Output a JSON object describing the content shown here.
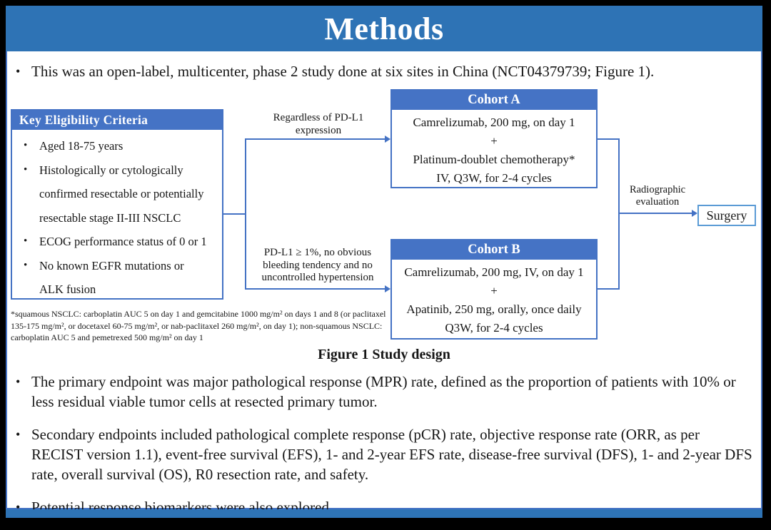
{
  "colors": {
    "bar_blue": "#2E73B5",
    "panel_header_blue": "#4573C5",
    "line_blue": "#4472C4",
    "surgery_border_blue": "#5B9BD5",
    "text_black": "#161616"
  },
  "bullet_char": "•",
  "title": "Methods",
  "intro_bullet": "This was an open-label, multicenter, phase 2 study done at six sites in China (NCT04379739; Figure 1).",
  "diagram": {
    "eligibility": {
      "header": "Key Eligibility Criteria",
      "rows": [
        "Aged 18-75 years",
        "Histologically or cytologically",
        "confirmed resectable or potentially",
        "resectable stage II-III NSCLC",
        "ECOG performance status of 0 or 1",
        "No known EGFR mutations or",
        "ALK fusion"
      ]
    },
    "branch_top_label": "Regardless of PD-L1 expression",
    "branch_bottom_label": "PD-L1 ≥ 1%, no obvious bleeding tendency and no uncontrolled hypertension",
    "cohort_a": {
      "header": "Cohort A",
      "lines": [
        "Camrelizumab, 200 mg, on day 1",
        "+",
        "Platinum-doublet chemotherapy*",
        "IV, Q3W, for 2-4 cycles"
      ]
    },
    "cohort_b": {
      "header": "Cohort B",
      "lines": [
        "Camrelizumab, 200 mg, IV, on day 1",
        "+",
        "Apatinib, 250 mg, orally, once daily",
        "Q3W, for 2-4 cycles"
      ]
    },
    "evaluation_label": "Radiographic evaluation",
    "surgery_label": "Surgery",
    "footnote": "*squamous NSCLC: carboplatin AUC 5 on day 1 and gemcitabine 1000 mg/m² on days 1 and 8 (or paclitaxel 135-175 mg/m², or docetaxel 60-75 mg/m², or nab-paclitaxel 260 mg/m², on day 1); non-squamous NSCLC: carboplatin AUC 5 and pemetrexed 500 mg/m² on day 1",
    "caption": "Figure 1 Study design"
  },
  "bullets": [
    "The primary endpoint was major pathological response (MPR) rate, defined as the proportion of patients with 10% or less residual viable tumor cells at resected primary tumor.",
    "Secondary endpoints included pathological complete response (pCR) rate, objective response rate (ORR, as per RECIST version 1.1), event-free survival (EFS), 1- and 2-year EFS rate, disease-free survival (DFS), 1- and 2-year DFS rate, overall survival (OS), R0 resection rate, and safety.",
    "Potential response biomarkers were also explored."
  ]
}
